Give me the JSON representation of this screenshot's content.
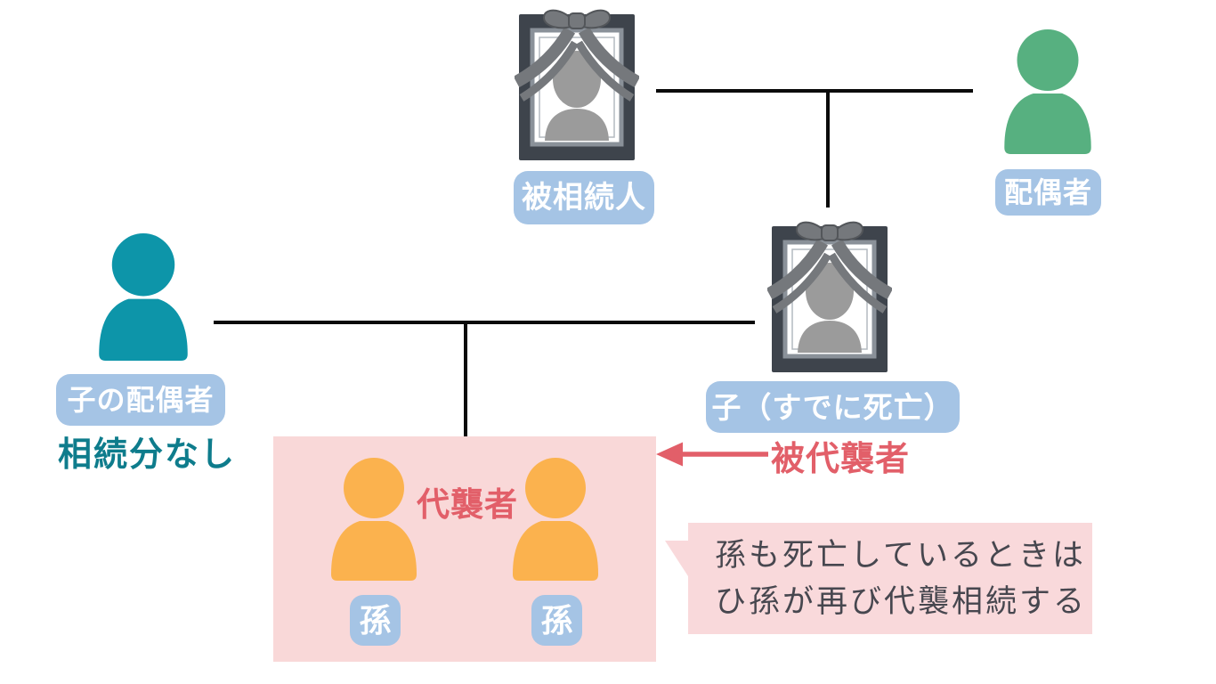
{
  "nodes": {
    "decedent": {
      "label": "被相続人"
    },
    "spouse": {
      "label": "配偶者"
    },
    "child": {
      "label": "子（すでに死亡）"
    },
    "childs_spouse": {
      "label": "子の配偶者",
      "note": "相続分なし"
    },
    "grandchild_left": {
      "label": "孫"
    },
    "grandchild_right": {
      "label": "孫"
    }
  },
  "annotations": {
    "substitute_heir": "代襲者",
    "substituted_person": "被代襲者",
    "callout_line1": "孫も死亡しているときは",
    "callout_line2": "ひ孫が再び代襲相続する"
  },
  "colors": {
    "pill_blue": "#A5C4E5",
    "person_green": "#57B080",
    "person_teal": "#0D95A9",
    "person_orange": "#FBB24E",
    "box_pink": "#F9D8D8",
    "bubble_pink": "#F9D9DB",
    "accent_red": "#E25F69",
    "note_teal": "#0E7C8C",
    "line_black": "#0A0A0A",
    "frame_dark": "#3E444C",
    "ribbon_gray": "#75787C",
    "silhouette_gray": "#9B9B9B",
    "callout_text": "#47474F"
  }
}
